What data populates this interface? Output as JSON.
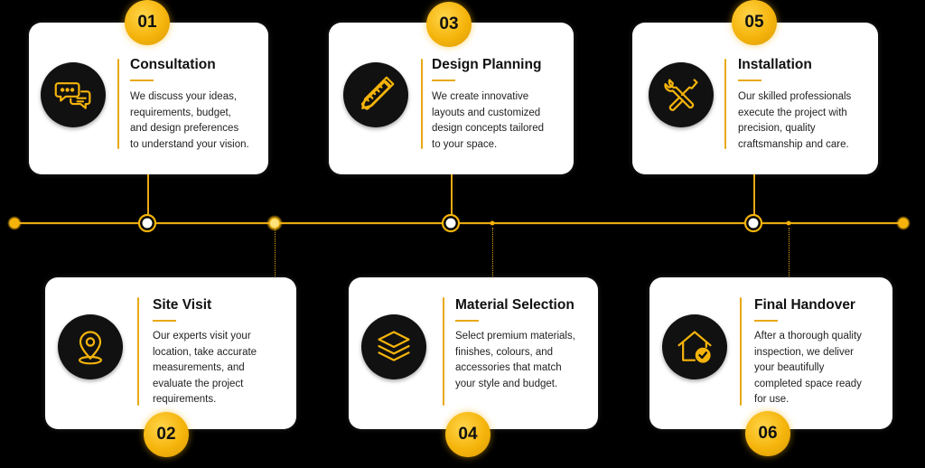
{
  "steps": [
    {
      "number": "01",
      "title": "Consultation",
      "icon": "chat-bubbles-icon",
      "description": [
        "We discuss your ideas,",
        "requirements, budget,",
        "and design preferences",
        "to understand your vision."
      ]
    },
    {
      "number": "02",
      "title": "Site Visit",
      "icon": "location-pin-icon",
      "description": [
        "Our experts visit your",
        "location, take accurate",
        "measurements, and",
        "evaluate the project",
        "requirements."
      ]
    },
    {
      "number": "03",
      "title": "Design Planning",
      "icon": "pencil-ruler-icon",
      "description": [
        "We create innovative",
        "layouts and customized",
        "design concepts tailored",
        "to your space."
      ]
    },
    {
      "number": "04",
      "title": "Material Selection",
      "icon": "layers-icon",
      "description": [
        "Select premium materials,",
        "finishes, colours, and",
        "accessories that match",
        "your style and budget."
      ]
    },
    {
      "number": "05",
      "title": "Installation",
      "icon": "wrench-screwdriver-icon",
      "description": [
        "Our skilled professionals",
        "execute the project with",
        "precision, quality",
        "craftsmanship and care."
      ]
    },
    {
      "number": "06",
      "title": "Final Handover",
      "icon": "house-check-icon",
      "description": [
        "After a thorough quality",
        "inspection, we deliver",
        "your beautifully",
        "completed space ready",
        "for use."
      ]
    }
  ],
  "colors": {
    "accent": "#f5b40b",
    "line": "#e8a912",
    "background": "#000000",
    "card": "#ffffff",
    "icon_bg": "#111111"
  }
}
